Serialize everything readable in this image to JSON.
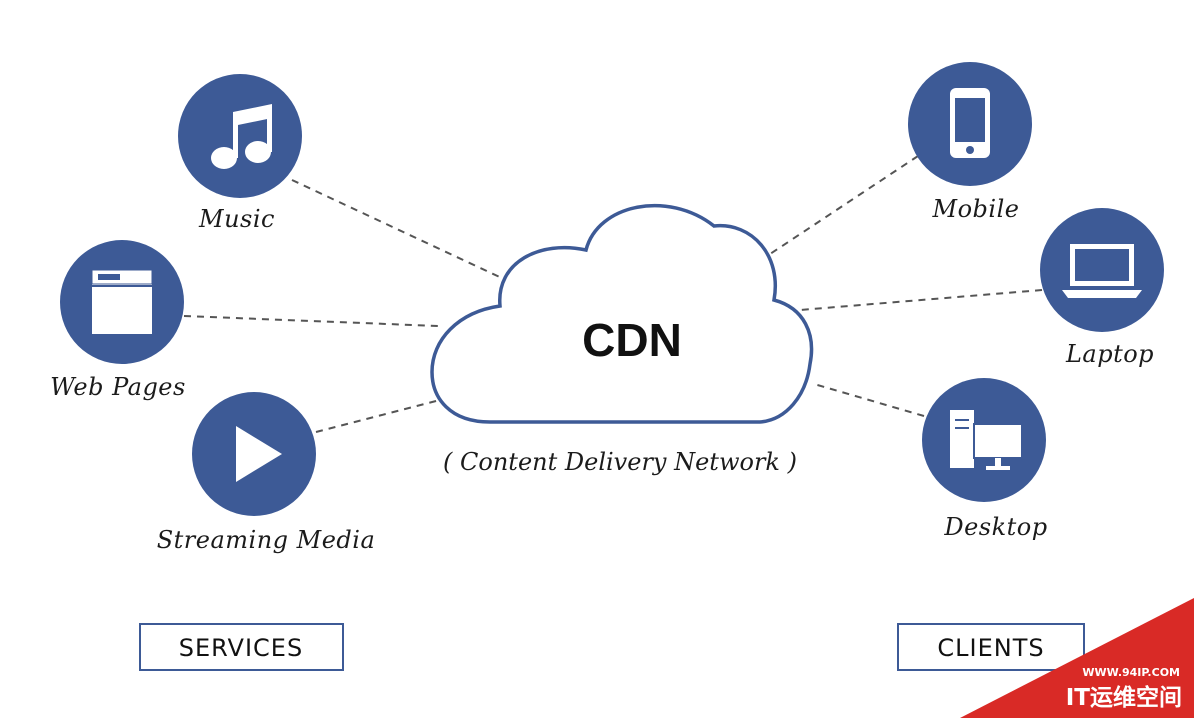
{
  "center": {
    "title": "CDN",
    "subtitle": "( Content Delivery Network )"
  },
  "services": {
    "label": "SERVICES",
    "nodes": [
      {
        "name": "Music",
        "icon": "music-note-icon"
      },
      {
        "name": "Web Pages",
        "icon": "web-page-icon"
      },
      {
        "name": "Streaming Media",
        "icon": "play-icon"
      }
    ]
  },
  "clients": {
    "label": "CLIENTS",
    "nodes": [
      {
        "name": "Mobile",
        "icon": "mobile-phone-icon"
      },
      {
        "name": "Laptop",
        "icon": "laptop-icon"
      },
      {
        "name": "Desktop",
        "icon": "desktop-computer-icon"
      }
    ]
  },
  "watermark": {
    "url": "WWW.94IP.COM",
    "title": "IT运维空间"
  },
  "colors": {
    "node_fill": "#3d5a96",
    "cloud_stroke": "#3d5a96",
    "line": "#555555",
    "watermark": "#d92a26"
  }
}
